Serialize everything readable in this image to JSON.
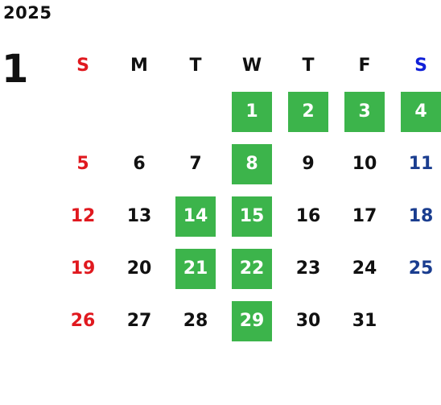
{
  "calendar": {
    "year": "2025",
    "month": "1",
    "weekdays": [
      "S",
      "M",
      "T",
      "W",
      "T",
      "F",
      "S"
    ],
    "weeks": [
      [
        "",
        "",
        "",
        "1",
        "2",
        "3",
        "4"
      ],
      [
        "5",
        "6",
        "7",
        "8",
        "9",
        "10",
        "11"
      ],
      [
        "12",
        "13",
        "14",
        "15",
        "16",
        "17",
        "18"
      ],
      [
        "19",
        "20",
        "21",
        "22",
        "23",
        "24",
        "25"
      ],
      [
        "26",
        "27",
        "28",
        "29",
        "30",
        "31",
        ""
      ]
    ],
    "highlighted_days": [
      "1",
      "2",
      "3",
      "4",
      "8",
      "14",
      "15",
      "21",
      "22",
      "29"
    ],
    "colors": {
      "highlight": "#3cb44b",
      "sunday": "#e0191f",
      "saturday_header": "#1020d8",
      "saturday": "#1a3d8f"
    }
  }
}
